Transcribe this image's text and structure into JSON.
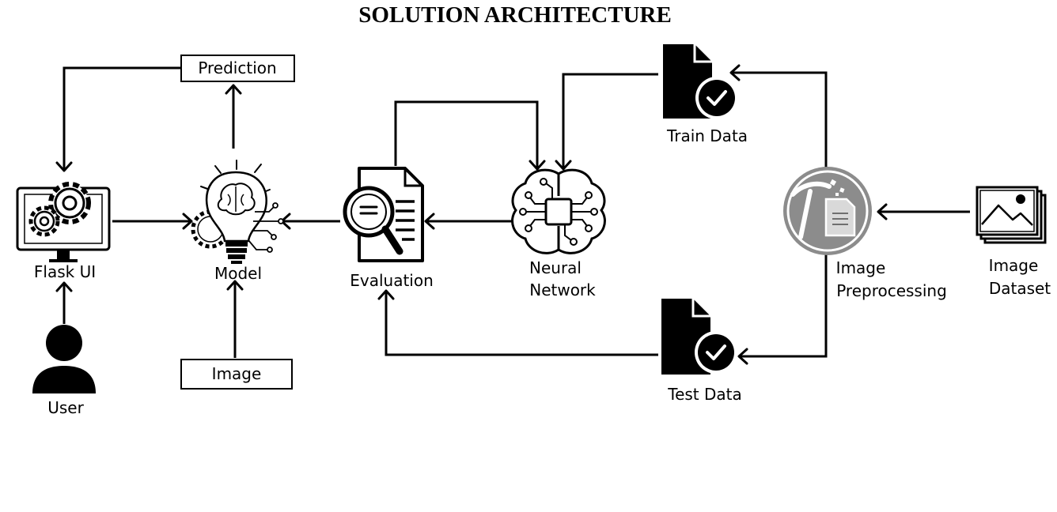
{
  "title": "SOLUTION ARCHITECTURE",
  "nodes": {
    "flask_ui": "Flask UI",
    "model": "Model",
    "prediction": "Prediction",
    "image": "Image",
    "user": "User",
    "evaluation": "Evaluation",
    "neural_network": [
      "Neural",
      "Network"
    ],
    "train_data": "Train Data",
    "test_data": "Test Data",
    "image_preprocessing": [
      "Image",
      "Preprocessing"
    ],
    "image_dataset": [
      "Image",
      "Dataset"
    ]
  },
  "icons": {
    "flask_ui": "monitor-gears-icon",
    "model": "lightbulb-brain-icon",
    "user": "user-icon",
    "evaluation": "document-magnifier-icon",
    "neural_network": "brain-chip-icon",
    "train_data": "document-check-icon",
    "test_data": "document-check-icon",
    "image_preprocessing": "preprocessing-circle-icon",
    "image_dataset": "image-stack-icon"
  },
  "colors": {
    "ink": "#000000",
    "preprocessing_gray": "#8c8c8c"
  }
}
